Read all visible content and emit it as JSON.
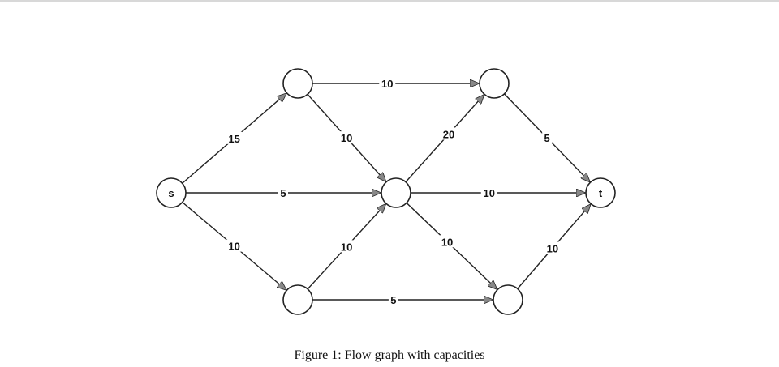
{
  "figure": {
    "caption": "Figure 1: Flow graph with capacities"
  },
  "graph": {
    "nodes": [
      {
        "id": "s",
        "label": "s"
      },
      {
        "id": "a",
        "label": ""
      },
      {
        "id": "b",
        "label": ""
      },
      {
        "id": "c",
        "label": ""
      },
      {
        "id": "d",
        "label": ""
      },
      {
        "id": "e",
        "label": ""
      },
      {
        "id": "t",
        "label": "t"
      }
    ],
    "edges": [
      {
        "from": "s",
        "to": "a",
        "capacity": "15"
      },
      {
        "from": "s",
        "to": "c",
        "capacity": "5"
      },
      {
        "from": "s",
        "to": "b",
        "capacity": "10"
      },
      {
        "from": "a",
        "to": "d",
        "capacity": "10"
      },
      {
        "from": "a",
        "to": "c",
        "capacity": "10"
      },
      {
        "from": "b",
        "to": "c",
        "capacity": "10"
      },
      {
        "from": "b",
        "to": "e",
        "capacity": "5"
      },
      {
        "from": "c",
        "to": "d",
        "capacity": "20"
      },
      {
        "from": "c",
        "to": "t",
        "capacity": "10"
      },
      {
        "from": "c",
        "to": "e",
        "capacity": "10"
      },
      {
        "from": "d",
        "to": "t",
        "capacity": "5"
      },
      {
        "from": "e",
        "to": "t",
        "capacity": "10"
      }
    ],
    "colors": {
      "stroke": "#222222",
      "arrowhead": "#888888",
      "fill": "#ffffff"
    }
  }
}
